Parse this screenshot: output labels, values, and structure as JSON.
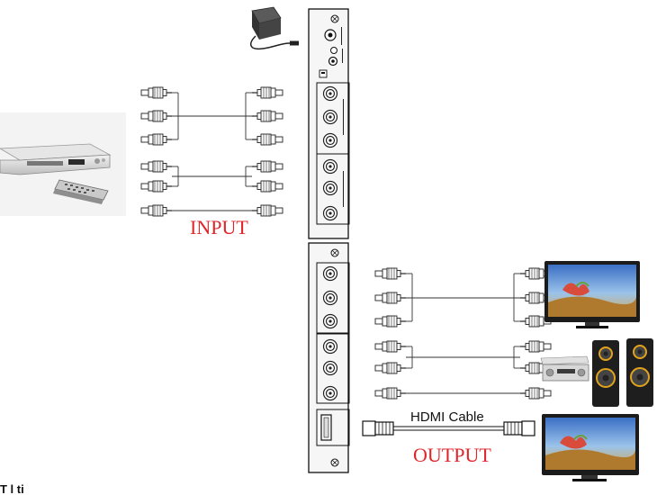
{
  "labels": {
    "input": "INPUT",
    "output": "OUTPUT",
    "hdmi_cable": "HDMI Cable",
    "footer_partial": "T   l  ti"
  },
  "colors": {
    "label_red": "#e0252a",
    "wire": "#333333",
    "panel": "#f6f6f6"
  },
  "devices": {
    "source": "dvd-player-icon",
    "remote": "remote-control-icon",
    "power": "power-adapter-icon",
    "tv_top": "tv-icon",
    "tv_bottom": "tv-icon",
    "receiver": "amplifier-icon",
    "speakers": "speakers-icon"
  }
}
